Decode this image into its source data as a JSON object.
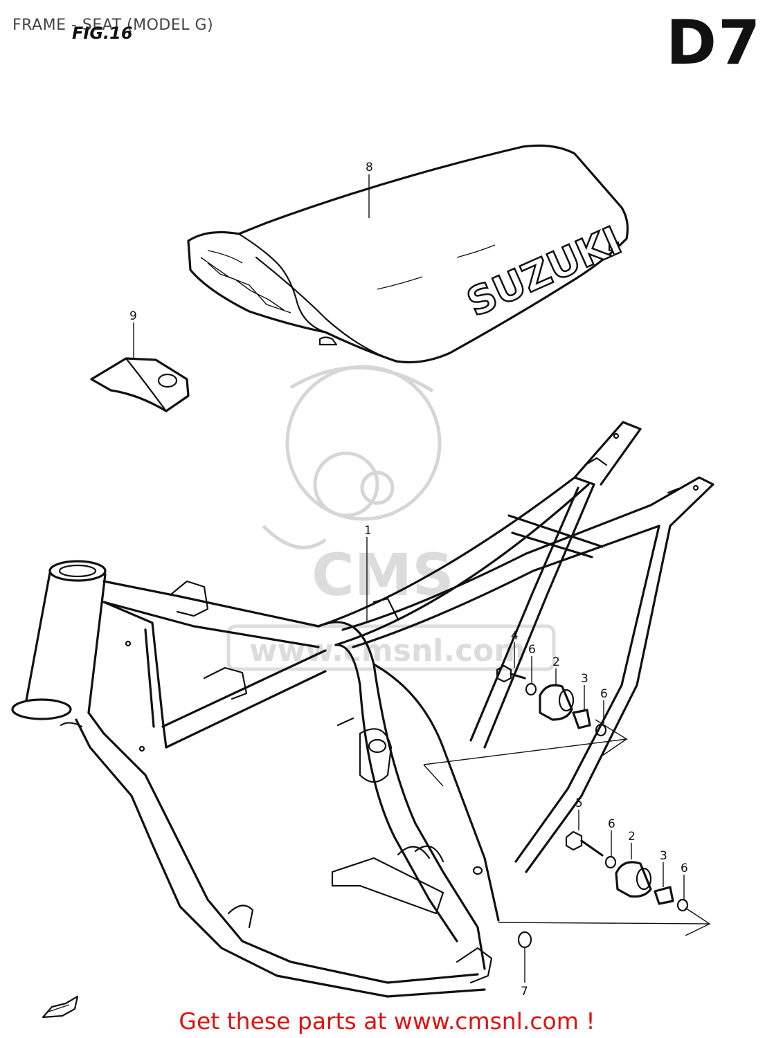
{
  "header": {
    "title": "FRAME - SEAT (MODEL G)",
    "fig_label": "FIG.16",
    "page_code": "D7"
  },
  "seat": {
    "brand_text": "SUZUKI"
  },
  "callouts": [
    {
      "id": "c1",
      "label": "1"
    },
    {
      "id": "c8",
      "label": "8"
    },
    {
      "id": "c9",
      "label": "9"
    },
    {
      "id": "c4",
      "label": "4"
    },
    {
      "id": "c6a",
      "label": "6"
    },
    {
      "id": "c2a",
      "label": "2"
    },
    {
      "id": "c3a",
      "label": "3"
    },
    {
      "id": "c6b",
      "label": "6"
    },
    {
      "id": "c5",
      "label": "5"
    },
    {
      "id": "c6c",
      "label": "6"
    },
    {
      "id": "c2b",
      "label": "2"
    },
    {
      "id": "c3b",
      "label": "3"
    },
    {
      "id": "c6d",
      "label": "6"
    },
    {
      "id": "c7",
      "label": "7"
    }
  ],
  "watermark": {
    "text": "CMS",
    "url": "www.cmsnl.com"
  },
  "footer": {
    "cta": "Get these parts at www.cmsnl.com !"
  },
  "colors": {
    "line": "#111111",
    "watermark": "#d6d6d6",
    "cta": "#e01010"
  }
}
